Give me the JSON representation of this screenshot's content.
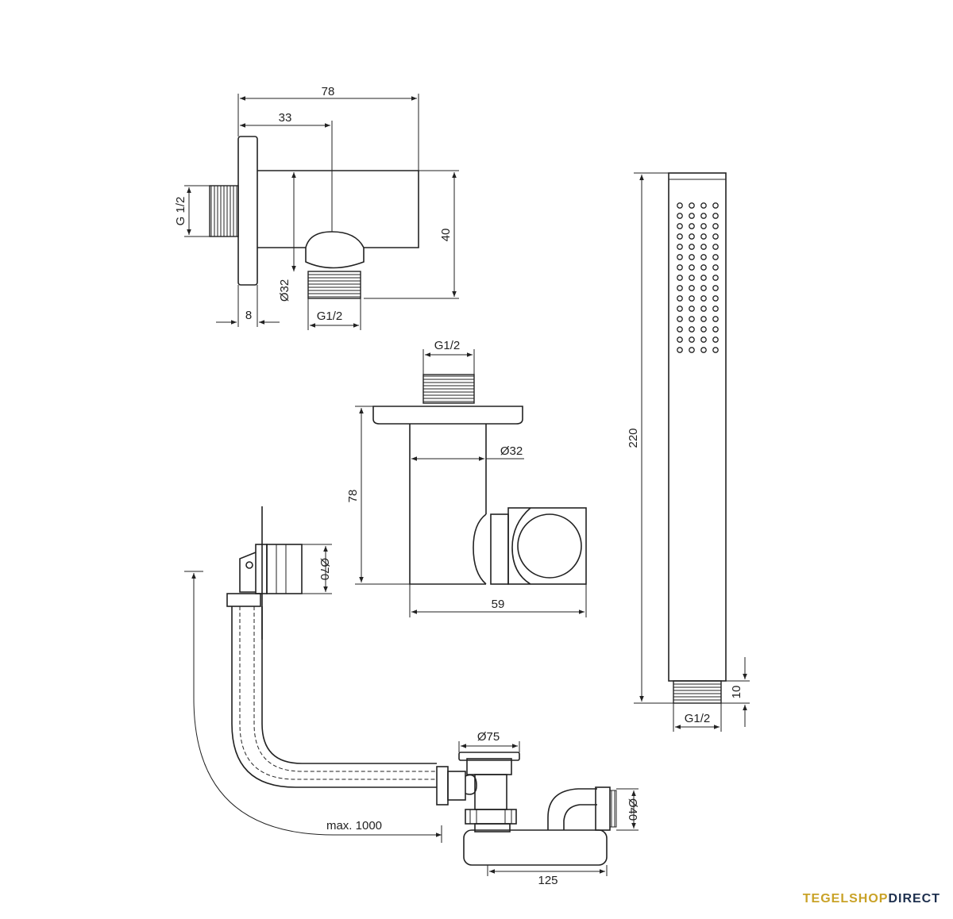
{
  "dimensions": {
    "elbow_width": "78",
    "elbow_center": "33",
    "elbow_thread_side": "G 1/2",
    "elbow_height": "40",
    "elbow_diameter": "Ø32",
    "elbow_flange": "8",
    "elbow_outlet_thread": "G1/2",
    "holder_thread": "G1/2",
    "holder_diameter": "Ø32",
    "holder_height": "78",
    "holder_depth": "59",
    "handshower_length": "220",
    "handshower_thread_len": "10",
    "handshower_thread": "G1/2",
    "waste_overflow_dia": "Ø70",
    "waste_plug_dia": "Ø75",
    "waste_outlet_dia": "Ø40",
    "waste_reach": "max. 1000",
    "waste_length": "125"
  },
  "brand": {
    "part1": "TEGELSHOP",
    "part2": "DIRECT"
  }
}
